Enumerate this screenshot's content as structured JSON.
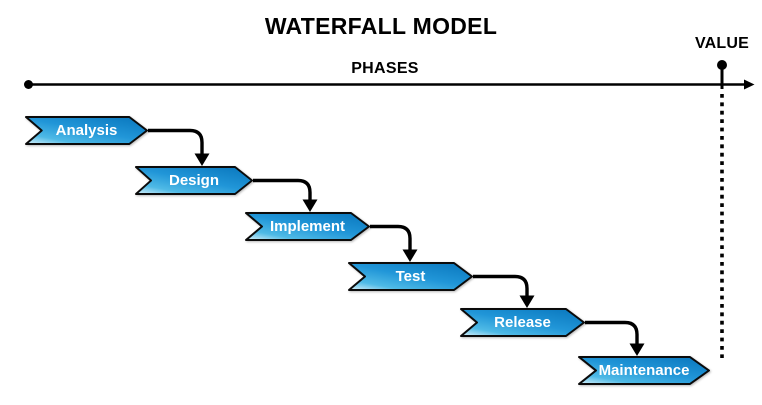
{
  "title": "WATERFALL MODEL",
  "axis": {
    "phases_label": "PHASES",
    "value_label": "VALUE"
  },
  "steps": [
    {
      "label": "Analysis"
    },
    {
      "label": "Design"
    },
    {
      "label": "Implement"
    },
    {
      "label": "Test"
    },
    {
      "label": "Release"
    },
    {
      "label": "Maintenance"
    }
  ],
  "colors": {
    "background": "#ffffff",
    "step_gradient_light": "#d9f1fa",
    "step_gradient_bright": "#4fbae6",
    "step_gradient_mid": "#2196d8",
    "step_gradient_dark": "#0c7ac0",
    "step_outline": "#0b0b0b",
    "step_label_text": "#ffffff",
    "connector": "#000000",
    "axis_line": "#000000",
    "title_text": "#000000"
  }
}
